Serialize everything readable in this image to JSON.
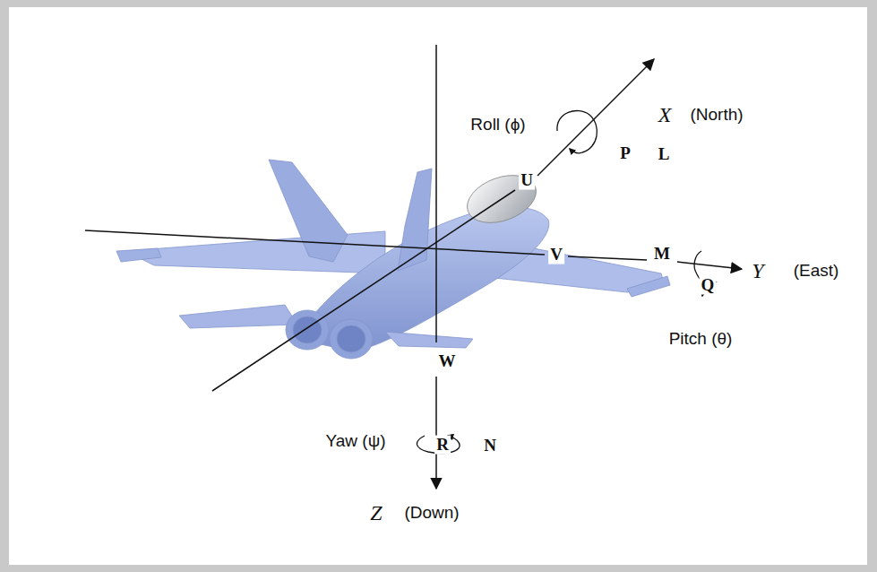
{
  "diagram": {
    "labels": [
      "Roll (ϕ)",
      "X",
      "(North)",
      "P",
      "L",
      "U",
      "V",
      "M",
      "Y",
      "(East)",
      "Q",
      "Pitch (θ)",
      "W",
      "Yaw (ψ)",
      "R",
      "N",
      "Z",
      "(Down)"
    ]
  }
}
